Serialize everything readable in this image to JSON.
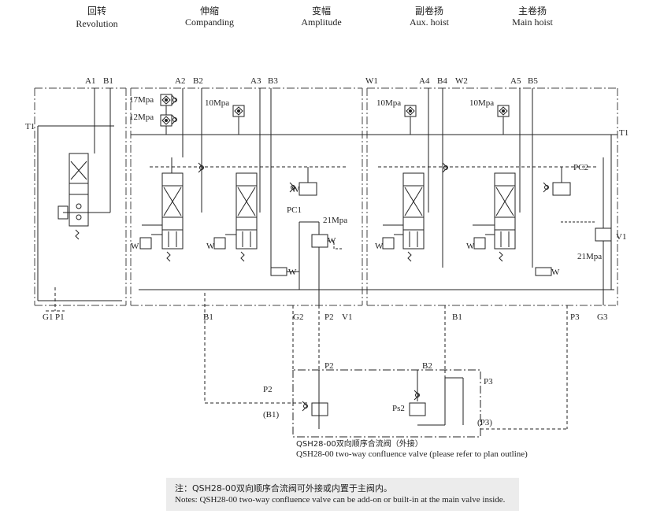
{
  "headers": [
    {
      "cn": "回转",
      "en": "Revolution"
    },
    {
      "cn": "伸缩",
      "en": "Companding"
    },
    {
      "cn": "变幅",
      "en": "Amplitude"
    },
    {
      "cn": "副卷扬",
      "en": "Aux. hoist"
    },
    {
      "cn": "主卷扬",
      "en": "Main hoist"
    }
  ],
  "ports_top": [
    "A1",
    "B1",
    "A2",
    "B2",
    "A3",
    "B3",
    "W1",
    "A4",
    "B4",
    "W2",
    "A5",
    "B5"
  ],
  "ports_side": {
    "t1_left": "T1",
    "t1_right": "T1"
  },
  "pressures": {
    "p17": "17Mpa",
    "p12": "12Mpa",
    "p10a": "10Mpa",
    "p10b": "10Mpa",
    "p10c": "10Mpa",
    "p21a": "21Mpa",
    "p21b": "21Mpa"
  },
  "valve_labels": {
    "pc1": "PC1",
    "pc2": "PC2",
    "v1": "V1",
    "ps2": "Ps2",
    "w": "W"
  },
  "ports_bottom": [
    "G1",
    "P1",
    "B1",
    "G2",
    "P2",
    "V1",
    "B1",
    "P3",
    "G3"
  ],
  "confluence": {
    "p2_top": "P2",
    "b2_top": "B2",
    "p2_left": "P2",
    "b1_left": "(B1)",
    "p3_right": "P3",
    "p3_paren": "(P3)",
    "caption_cn": "QSH28-00双向顺序合流阀（外接）",
    "caption_en": "QSH28-00 two-way confluence valve (please refer to plan outline)"
  },
  "notes": {
    "cn": "注：QSH28-00双向顺序合流阀可外接或内置于主阀内。",
    "en": "Notes: QSH28-00 two-way confluence valve can be add-on or built-in at the main valve inside."
  }
}
